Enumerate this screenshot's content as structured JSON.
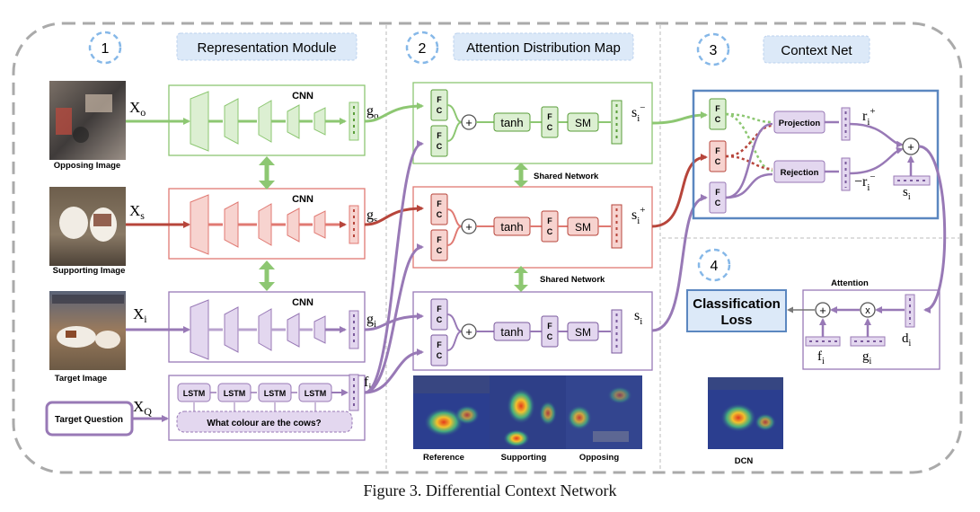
{
  "caption": "Figure 3.  Differential Context Network",
  "sections": [
    {
      "num": "1",
      "title": "Representation Module"
    },
    {
      "num": "2",
      "title": "Attention Distribution Map"
    },
    {
      "num": "3",
      "title": "Context Net"
    },
    {
      "num": "4",
      "title": ""
    }
  ],
  "images": {
    "opposing": "Opposing  Image",
    "supporting": "Supporting Image",
    "target": "Target Image"
  },
  "inputs": {
    "xo": "X",
    "xo_sub": "o",
    "xs": "X",
    "xs_sub": "s",
    "xi": "X",
    "xi_sub": "i",
    "xq": "X",
    "xq_sub": "Q"
  },
  "cnn_label": "CNN",
  "features": {
    "go": "g",
    "go_sub": "o",
    "gs": "g",
    "gs_sub": "s",
    "gi": "g",
    "gi_sub": "i",
    "fi": "f",
    "fi_sub": "i"
  },
  "question_box": "Target Question",
  "lstm": [
    "LSTM",
    "LSTM",
    "LSTM",
    "LSTM"
  ],
  "question_text": "What colour are the cows?",
  "attention_row": {
    "fc_top": "F",
    "fc_bottom": "C",
    "plus": "+",
    "tanh": "tanh",
    "sm": "SM"
  },
  "shared_network": "Shared Network",
  "scores": {
    "s_minus": "s",
    "s_minus_sub": "i",
    "s_minus_sup": "−",
    "s_plus": "s",
    "s_plus_sub": "i",
    "s_plus_sup": "+",
    "s_i": "s",
    "s_i_sub": "i"
  },
  "context_net": {
    "projection": "Projection",
    "rejection": "Rejection",
    "r_plus": "r",
    "r_plus_sub": "i",
    "r_plus_sup": "+",
    "r_minus": "−r",
    "r_minus_sub": "i",
    "r_minus_sup": "−",
    "s_i": "s",
    "s_i_sub": "i",
    "plus": "+"
  },
  "attention_box": {
    "title": "Attention",
    "plus": "+",
    "times": "x",
    "f": "f",
    "f_sub": "i",
    "g": "g",
    "g_sub": "i",
    "d": "d",
    "d_sub": "i"
  },
  "classification": [
    "Classification",
    "Loss"
  ],
  "heatmaps": [
    "Reference",
    "Supporting",
    "Opposing"
  ],
  "dcn": "DCN",
  "colors": {
    "green": "#8dc772",
    "green_fill": "#dcefd2",
    "red": "#b7453b",
    "red_fill": "#f7d3cf",
    "purple": "#9879b6",
    "purple_fill": "#e3d7ef",
    "blue": "#5b87c0",
    "section_fill": "#dce9f8",
    "dash": "#aaaaaa"
  }
}
